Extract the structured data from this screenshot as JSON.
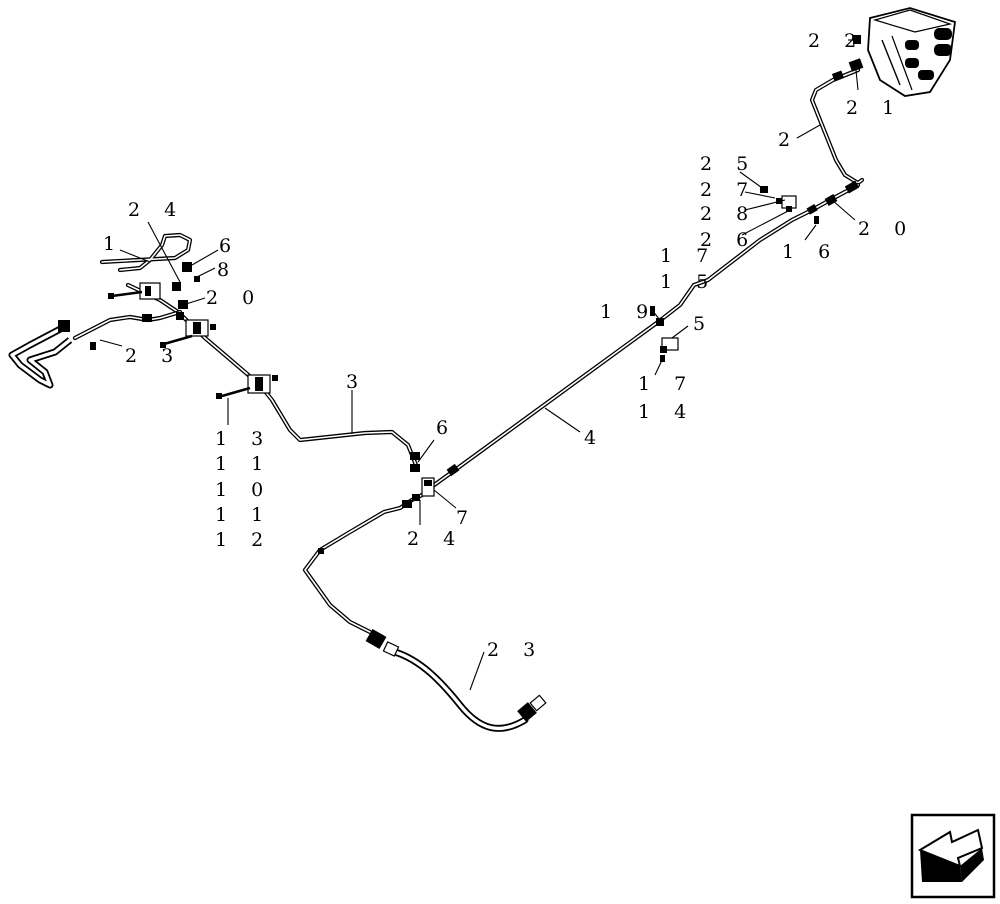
{
  "diagram": {
    "callouts": [
      {
        "id": "c22",
        "text": "2 2"
      },
      {
        "id": "c21",
        "text": "2 1"
      },
      {
        "id": "c2",
        "text": "2"
      },
      {
        "id": "c25",
        "text": "2 5"
      },
      {
        "id": "c27",
        "text": "2 7"
      },
      {
        "id": "c28",
        "text": "2 8"
      },
      {
        "id": "c26",
        "text": "2 6"
      },
      {
        "id": "c20r",
        "text": "2 0"
      },
      {
        "id": "c16",
        "text": "1 6"
      },
      {
        "id": "c17a",
        "text": "1 7"
      },
      {
        "id": "c15",
        "text": "1 5"
      },
      {
        "id": "c19",
        "text": "1 9"
      },
      {
        "id": "c5",
        "text": "5"
      },
      {
        "id": "c17b",
        "text": "1 7"
      },
      {
        "id": "c14",
        "text": "1 4"
      },
      {
        "id": "c4",
        "text": "4"
      },
      {
        "id": "c24a",
        "text": "2 4"
      },
      {
        "id": "c1",
        "text": "1"
      },
      {
        "id": "c6a",
        "text": "6"
      },
      {
        "id": "c8",
        "text": "8"
      },
      {
        "id": "c20l",
        "text": "2 0"
      },
      {
        "id": "c23a",
        "text": "2 3"
      },
      {
        "id": "c3",
        "text": "3"
      },
      {
        "id": "c13",
        "text": "1 3"
      },
      {
        "id": "c11a",
        "text": "1 1"
      },
      {
        "id": "c10",
        "text": "1 0"
      },
      {
        "id": "c11b",
        "text": "1 1"
      },
      {
        "id": "c12",
        "text": "1 2"
      },
      {
        "id": "c6b",
        "text": "6"
      },
      {
        "id": "c7",
        "text": "7"
      },
      {
        "id": "c24b",
        "text": "2 4"
      },
      {
        "id": "c23b",
        "text": "2 3"
      }
    ],
    "orientation_icon": "front-direction-arrow-icon"
  }
}
